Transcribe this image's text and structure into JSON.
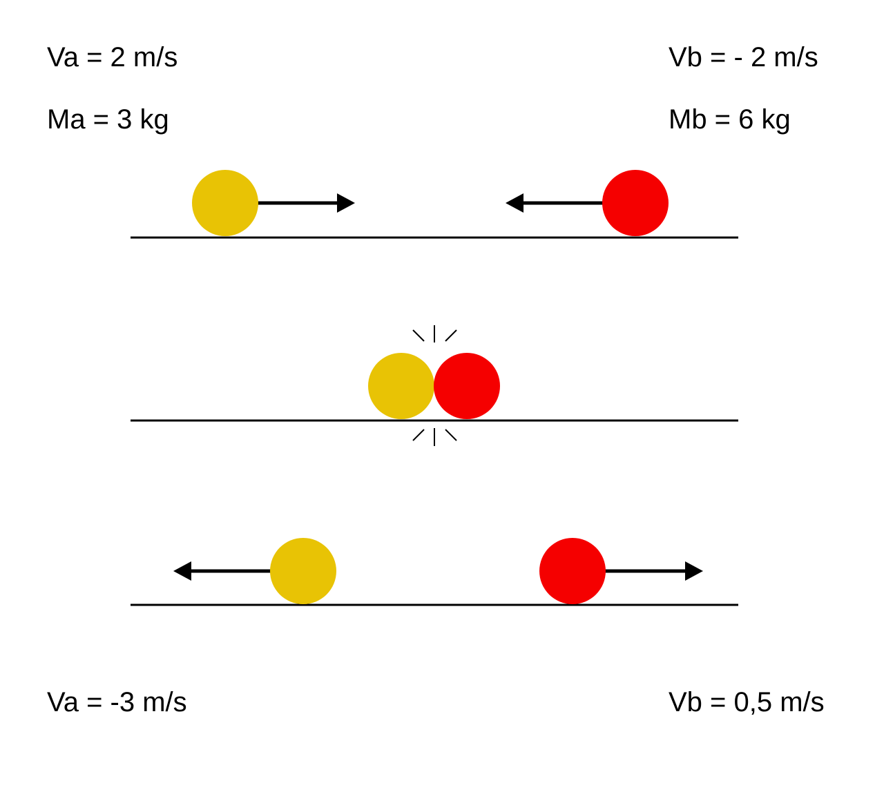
{
  "labels": {
    "va_before": "Va = 2 m/s",
    "ma": "Ma = 3 kg",
    "vb_before": "Vb = - 2 m/s",
    "mb": "Mb = 6 kg",
    "va_after": "Va = -3 m/s",
    "vb_after": "Vb = 0,5 m/s"
  },
  "colors": {
    "ball_a": "#E8C305",
    "ball_b": "#F50000",
    "ground": "#000000",
    "arrow": "#000000",
    "impact_marks": "#000000"
  }
}
